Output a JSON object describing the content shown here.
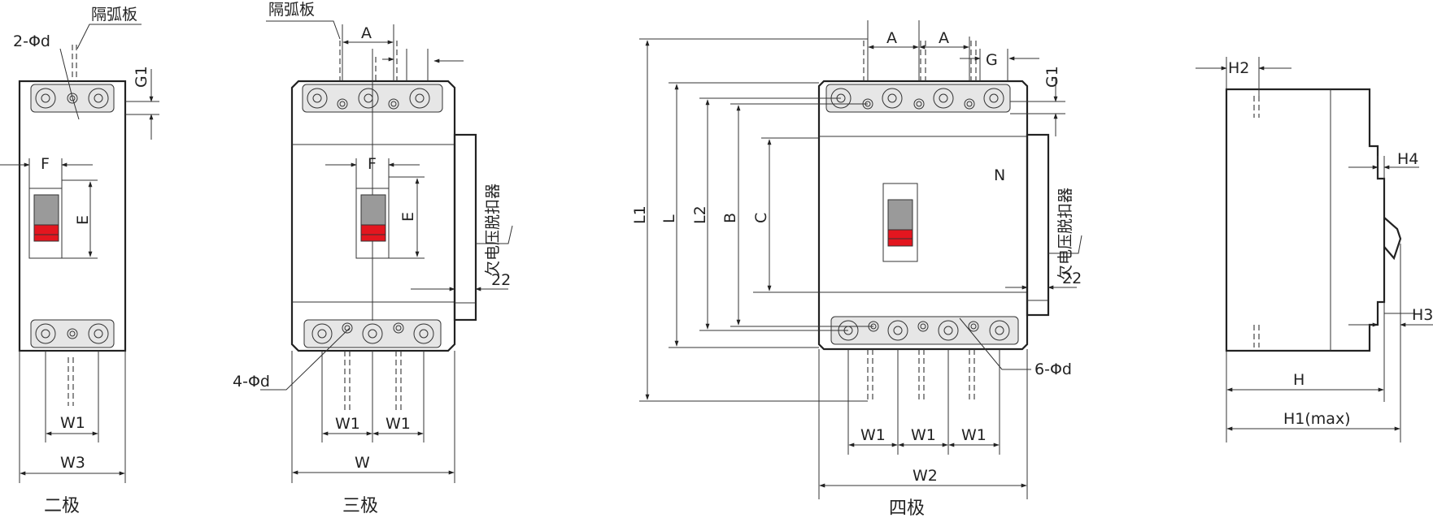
{
  "colors": {
    "line": "#222222",
    "handle_grey": "#9a9a9a",
    "handle_red": "#e3161f",
    "terminal_fill": "#e6e6e6"
  },
  "views": {
    "two_pole": {
      "caption": "二极",
      "arc_barrier": "隔弧板",
      "hole_spec": "2-Φd",
      "F": "F",
      "E": "E",
      "G1": "G1",
      "W1": "W1",
      "W3": "W3"
    },
    "three_pole": {
      "caption": "三极",
      "arc_barrier": "隔弧板",
      "A": "A",
      "F": "F",
      "E": "E",
      "undervoltage_release": "欠电压脱扣器",
      "d22": "22",
      "hole_spec": "4-Φd",
      "W1a": "W1",
      "W1b": "W1",
      "W": "W"
    },
    "four_pole": {
      "caption": "四极",
      "A1": "A",
      "A2": "A",
      "G": "G",
      "G1": "G1",
      "L1": "L1",
      "L": "L",
      "L2": "L2",
      "B": "B",
      "C": "C",
      "N": "N",
      "undervoltage_release": "欠电压脱扣器",
      "d22": "22",
      "hole_spec": "6-Φd",
      "W1a": "W1",
      "W1b": "W1",
      "W1c": "W1",
      "W2": "W2"
    },
    "side": {
      "H2": "H2",
      "H4": "H4",
      "H3": "H3",
      "H": "H",
      "H1": "H1(max)"
    }
  }
}
